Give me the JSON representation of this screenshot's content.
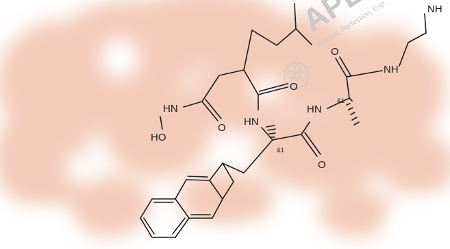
{
  "watermark": {
    "brand": "APE",
    "slogan": "Achieve Perfection, Exp",
    "color": "#c9c9c9"
  },
  "background_color": "#f3cbb9",
  "molecule": {
    "atoms": {
      "hydroxylamine_nh": "HN",
      "hydroxylamine_oh": "HO",
      "amide1_o": "O",
      "amide2_nh": "HN",
      "amide2_o": "O",
      "amide3_nh": "HN",
      "amide3_o": "O",
      "amide4_o": "O",
      "amide4_nh": "NH",
      "terminal_nh": "NH"
    },
    "stereo": {
      "alanine_center": "&1",
      "naphthylalanine_center": "&1"
    }
  }
}
